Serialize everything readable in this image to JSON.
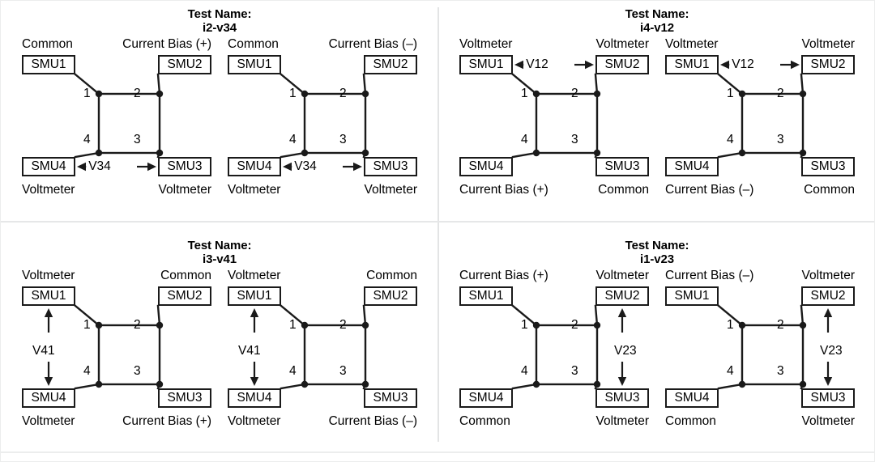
{
  "figure": {
    "title_prefix": "Test Name:",
    "colors": {
      "ink": "#1a1a1a",
      "divider": "#e3e4e5",
      "background": "#ffffff"
    },
    "node_numbers": {
      "n1": "1",
      "n2": "2",
      "n3": "3",
      "n4": "4"
    },
    "smu_labels": {
      "p1": "SMU1",
      "p2": "SMU2",
      "p3": "SMU3",
      "p4": "SMU4"
    },
    "roles": {
      "common": "Common",
      "voltmeter": "Voltmeter",
      "bias_plus": "Current Bias (+)",
      "bias_minus": "Current Bias (–)"
    }
  },
  "quadrants": [
    {
      "test_name": "i2-v34",
      "cells": [
        {
          "polarity": "positive",
          "ann_tl": "Common",
          "ann_tr": "Current Bias (+)",
          "ann_bl": "Voltmeter",
          "ann_br": "Voltmeter",
          "measurement": "V34",
          "measurement_orientation": "horizontal-bottom"
        },
        {
          "polarity": "negative",
          "ann_tl": "Common",
          "ann_tr": "Current Bias (–)",
          "ann_bl": "Voltmeter",
          "ann_br": "Voltmeter",
          "measurement": "V34",
          "measurement_orientation": "horizontal-bottom"
        }
      ]
    },
    {
      "test_name": "i4-v12",
      "cells": [
        {
          "polarity": "positive",
          "ann_tl": "Voltmeter",
          "ann_tr": "Voltmeter",
          "ann_bl": "Current Bias (+)",
          "ann_br": "Common",
          "measurement": "V12",
          "measurement_orientation": "horizontal-top"
        },
        {
          "polarity": "negative",
          "ann_tl": "Voltmeter",
          "ann_tr": "Voltmeter",
          "ann_bl": "Current Bias (–)",
          "ann_br": "Common",
          "measurement": "V12",
          "measurement_orientation": "horizontal-top"
        }
      ]
    },
    {
      "test_name": "i3-v41",
      "cells": [
        {
          "polarity": "positive",
          "ann_tl": "Voltmeter",
          "ann_tr": "Common",
          "ann_bl": "Voltmeter",
          "ann_br": "Current Bias (+)",
          "measurement": "V41",
          "measurement_orientation": "vertical-left"
        },
        {
          "polarity": "negative",
          "ann_tl": "Voltmeter",
          "ann_tr": "Common",
          "ann_bl": "Voltmeter",
          "ann_br": "Current Bias (–)",
          "measurement": "V41",
          "measurement_orientation": "vertical-left"
        }
      ]
    },
    {
      "test_name": "i1-v23",
      "cells": [
        {
          "polarity": "positive",
          "ann_tl": "Current Bias (+)",
          "ann_tr": "Voltmeter",
          "ann_bl": "Common",
          "ann_br": "Voltmeter",
          "measurement": "V23",
          "measurement_orientation": "vertical-right"
        },
        {
          "polarity": "negative",
          "ann_tl": "Current Bias (–)",
          "ann_tr": "Voltmeter",
          "ann_bl": "Common",
          "ann_br": "Voltmeter",
          "measurement": "V23",
          "measurement_orientation": "vertical-right"
        }
      ]
    }
  ]
}
